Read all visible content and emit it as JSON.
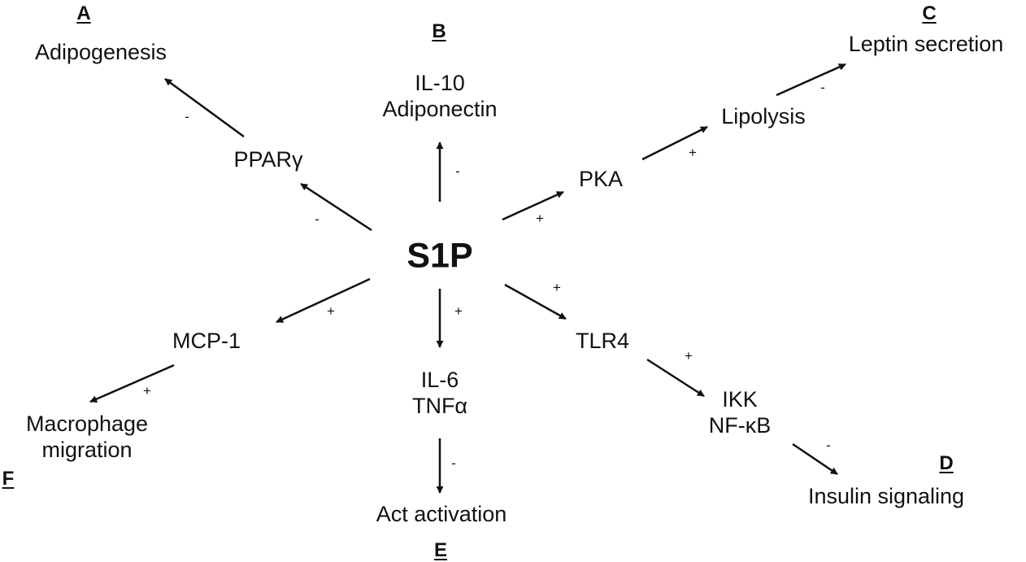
{
  "center": "S1P",
  "panels": {
    "A": "A",
    "B": "B",
    "C": "C",
    "D": "D",
    "E": "E",
    "F": "F"
  },
  "nodes": {
    "adipogenesis": "Adipogenesis",
    "ppar": "PPARγ",
    "il10": [
      "IL-10",
      "Adiponectin"
    ],
    "pka": "PKA",
    "lipolysis": "Lipolysis",
    "leptin": "Leptin secretion",
    "mcp1": "MCP-1",
    "macrophage": [
      "Macrophage",
      "migration"
    ],
    "il6": [
      "IL-6",
      "TNFα"
    ],
    "act": "Act activation",
    "tlr4": "TLR4",
    "ikk": [
      "IKK",
      "NF-κB"
    ],
    "insulin": "Insulin signaling"
  },
  "signs": {
    "ppar_adipogenesis": "-",
    "s1p_ppar": "-",
    "s1p_il10": "-",
    "s1p_pka": "+",
    "pka_lipolysis": "+",
    "lipolysis_leptin": "-",
    "s1p_mcp1": "+",
    "mcp1_macrophage": "+",
    "s1p_il6": "+",
    "il6_act": "-",
    "s1p_tlr4": "+",
    "tlr4_ikk": "+",
    "ikk_insulin": "-"
  }
}
